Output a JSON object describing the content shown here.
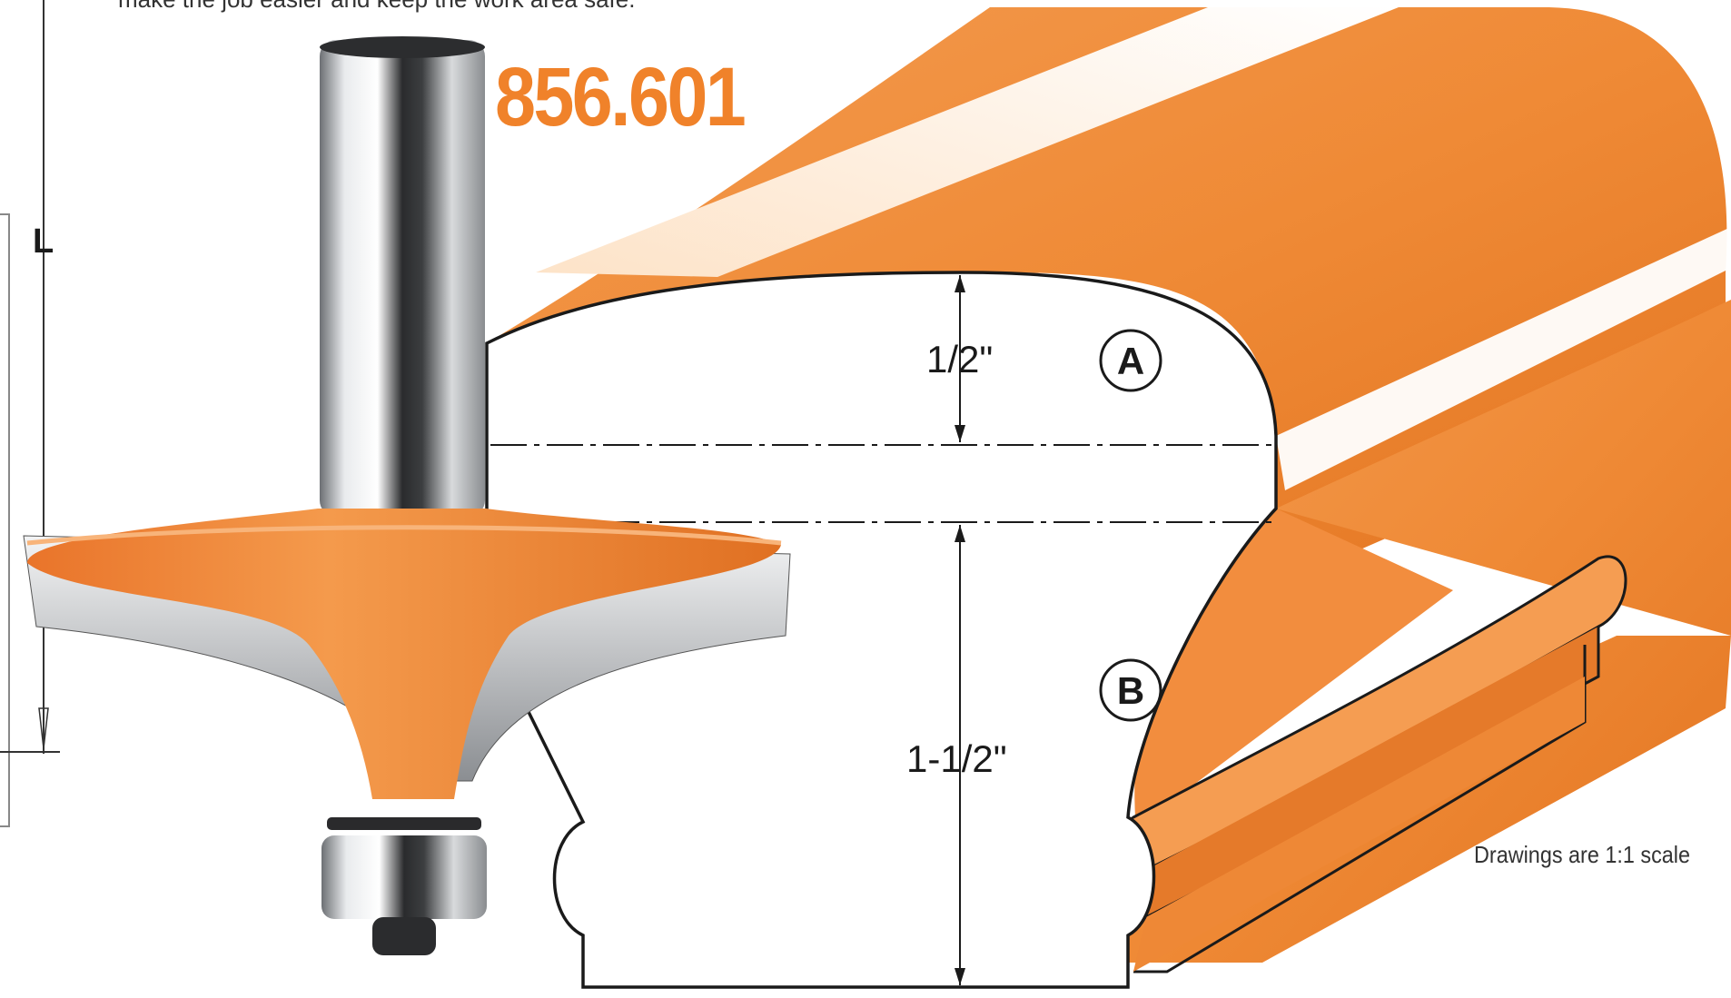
{
  "intro_text": "make the job easier and keep the work area safe.",
  "part_number": "856.601",
  "dimension_labels": {
    "length": "L",
    "profile_a": "A",
    "profile_b": "B",
    "height_a": "1/2\"",
    "height_b": "1-1/2\""
  },
  "scale_note": "Drawings are 1:1 scale",
  "colors": {
    "brand_orange": "#f0822a",
    "light_orange": "#f7b37a",
    "outline": "#1a1a1a",
    "shank_steel": "#c9ccd0"
  }
}
